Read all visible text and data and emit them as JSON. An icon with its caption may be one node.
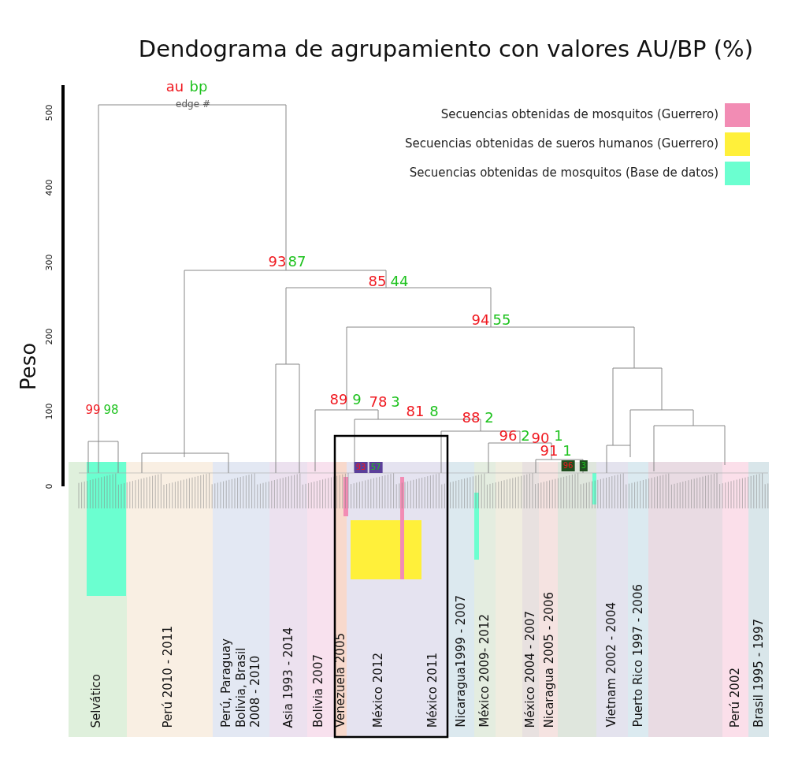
{
  "diagram": {
    "title": "Dendograma de agrupamiento con valores AU/BP (%)",
    "labels": [
      "au",
      "bp",
      "edge #",
      "500",
      "400",
      "300",
      "200",
      "100",
      "0",
      "Peso",
      "93",
      "87",
      "85",
      "44",
      "94",
      "55",
      "99",
      "98",
      "89",
      "9",
      "78",
      "3",
      "81",
      "8",
      "88",
      "2",
      "96",
      "2",
      "90",
      "1",
      "91",
      "1",
      "93",
      "57",
      "96",
      "3",
      "Selvático",
      "Perú 2010 - 2011",
      "Perú, Paraguay Bolivia, Brasil 2008 - 2010",
      "Asia 1993 - 2014",
      "Bolivia 2007",
      "Venezuela 2005",
      "México 2012",
      "México 2011",
      "Nicaragua1999 - 2007",
      "México 2009- 2012",
      "México 2004 - 2007",
      "Nicaragua 2005 - 2006",
      "Vietnam 2002 - 2004",
      "Puerto Rico 1997 - 2006",
      "Perú 2002",
      "Brasil 1995 - 1997"
    ],
    "legend": [
      {
        "text": "Secuencias obtenidas de mosquitos (Guerrero)",
        "color": "#f28cb4"
      },
      {
        "text": "Secuencias obtenidas de sueros humanos (Guerrero)",
        "color": "#fff03a"
      },
      {
        "text": "Secuencias obtenidas de mosquitos (Base de datos)",
        "color": "#6bffd0"
      }
    ]
  }
}
